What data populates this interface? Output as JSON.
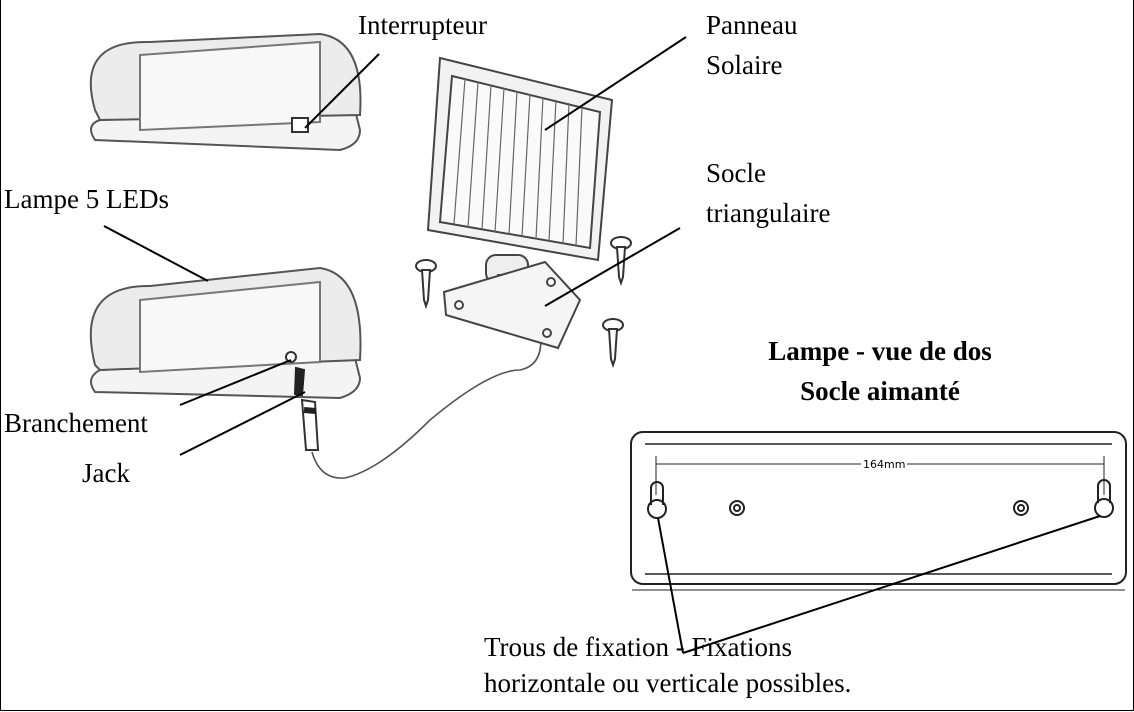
{
  "labels": {
    "interrupteur": "Interrupteur",
    "panneau_line1": "Panneau",
    "panneau_line2": "Solaire",
    "lampe": "Lampe 5 LEDs",
    "socle_line1": "Socle",
    "socle_line2": "triangulaire",
    "branchement": "Branchement",
    "jack": "Jack",
    "rear_title_line1": "Lampe - vue de dos",
    "rear_title_line2": "Socle aimanté",
    "dimension": "164mm",
    "trous_line1": "Trous de fixation - Fixations",
    "trous_line2": "horizontale ou verticale possibles."
  },
  "icons": [
    "lamp-top-illustration",
    "lamp-bottom-illustration",
    "solar-panel-illustration",
    "screw-icon",
    "lamp-rear-view-drawing"
  ]
}
